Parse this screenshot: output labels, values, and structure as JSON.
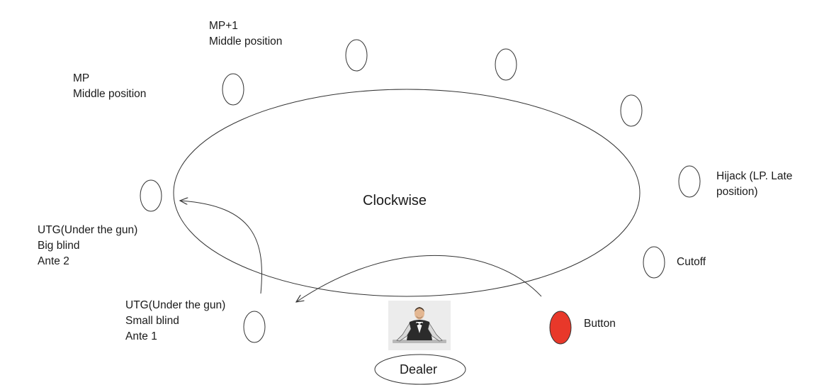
{
  "table": {
    "center_label": "Clockwise",
    "dealer_label": "Dealer"
  },
  "positions": {
    "mp1": {
      "line1": "MP+1",
      "line2": "Middle position"
    },
    "mp": {
      "line1": "MP",
      "line2": "Middle position"
    },
    "hijack": {
      "line1": "Hijack (LP. Late",
      "line2": "position)"
    },
    "big_blind": {
      "line1": "UTG(Under the gun)",
      "line2": "Big blind",
      "line3": "Ante 2"
    },
    "cutoff": {
      "line1": "Cutoff"
    },
    "small_blind": {
      "line1": "UTG(Under the gun)",
      "line2": "Small blind",
      "line3": "Ante 1"
    },
    "button": {
      "line1": "Button"
    }
  },
  "colors": {
    "button_seat": "#e8382a",
    "stroke": "#333333"
  },
  "icons": {
    "dealer": "dealer-person-icon"
  }
}
